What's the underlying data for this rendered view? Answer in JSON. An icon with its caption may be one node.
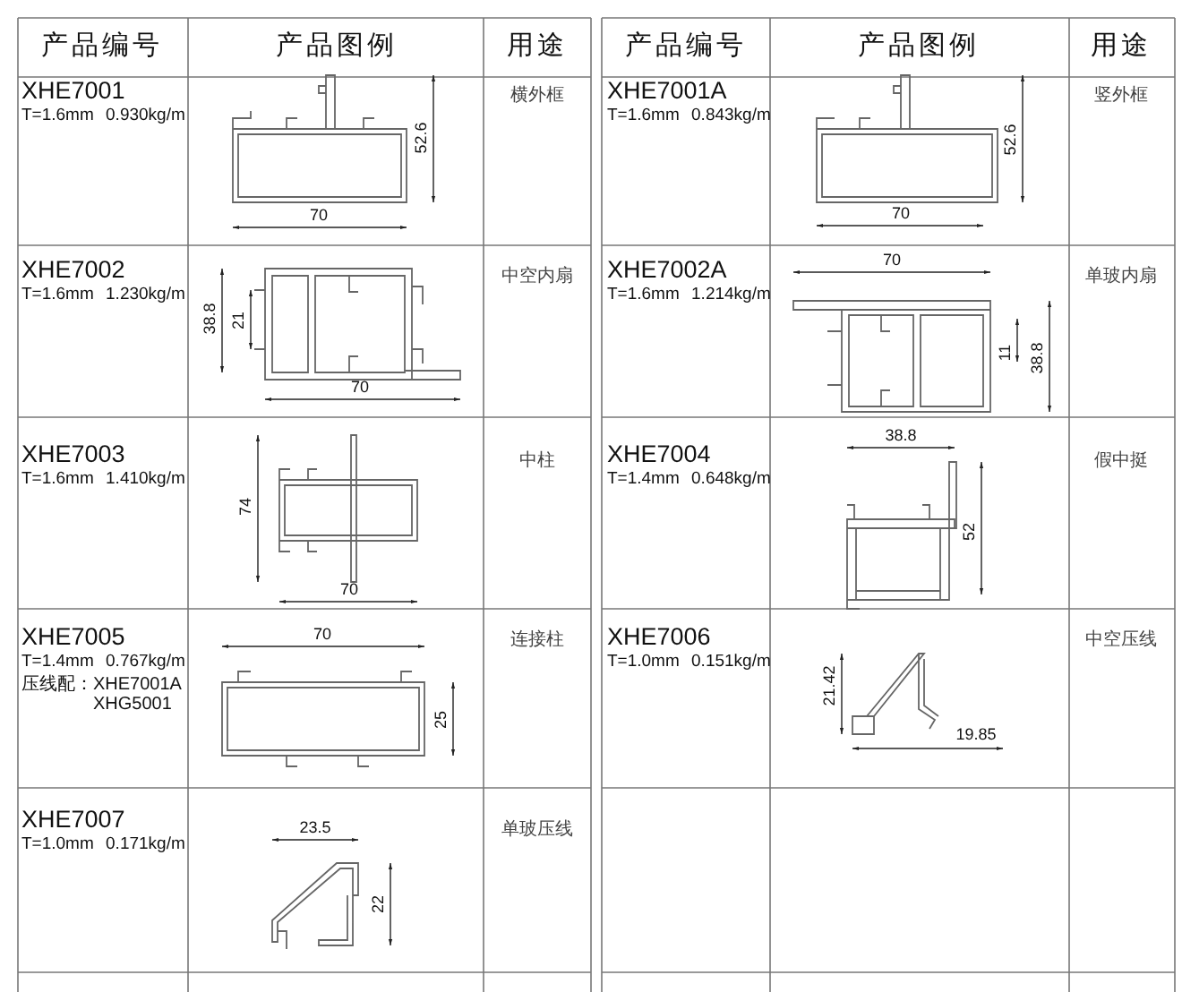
{
  "diagram": {
    "labels": [
      "产品编号",
      "产品图例",
      "用途",
      "产品编号",
      "产品图例",
      "用途",
      "XHE7001",
      "T=1.6mm 0.930kg/m",
      "52.6",
      "70",
      "横外框",
      "XHE7001A",
      "T=1.6mm 0.843kg/m",
      "52.6",
      "70",
      "竖外框",
      "XHE7002",
      "T=1.6mm 1.230kg/m",
      "38.8",
      "21",
      "70",
      "中空内扇",
      "XHE7002A",
      "T=1.6mm 1.214kg/m",
      "70",
      "11",
      "38.8",
      "单玻内扇",
      "XHE7003",
      "T=1.6mm 1.410kg/m",
      "74",
      "70",
      "中柱",
      "XHE7004",
      "T=1.4mm 0.648kg/m",
      "38.8",
      "52",
      "假中挺",
      "XHE7005",
      "T=1.4mm 0.767kg/m",
      "压线配：XHE7001A XHG5001",
      "70",
      "25",
      "连接柱",
      "XHE7006",
      "T=1.0mm 0.151kg/m",
      "21.42",
      "19.85",
      "中空压线",
      "XHE7007",
      "T=1.0mm 0.171kg/m",
      "23.5",
      "22",
      "单玻压线"
    ]
  }
}
